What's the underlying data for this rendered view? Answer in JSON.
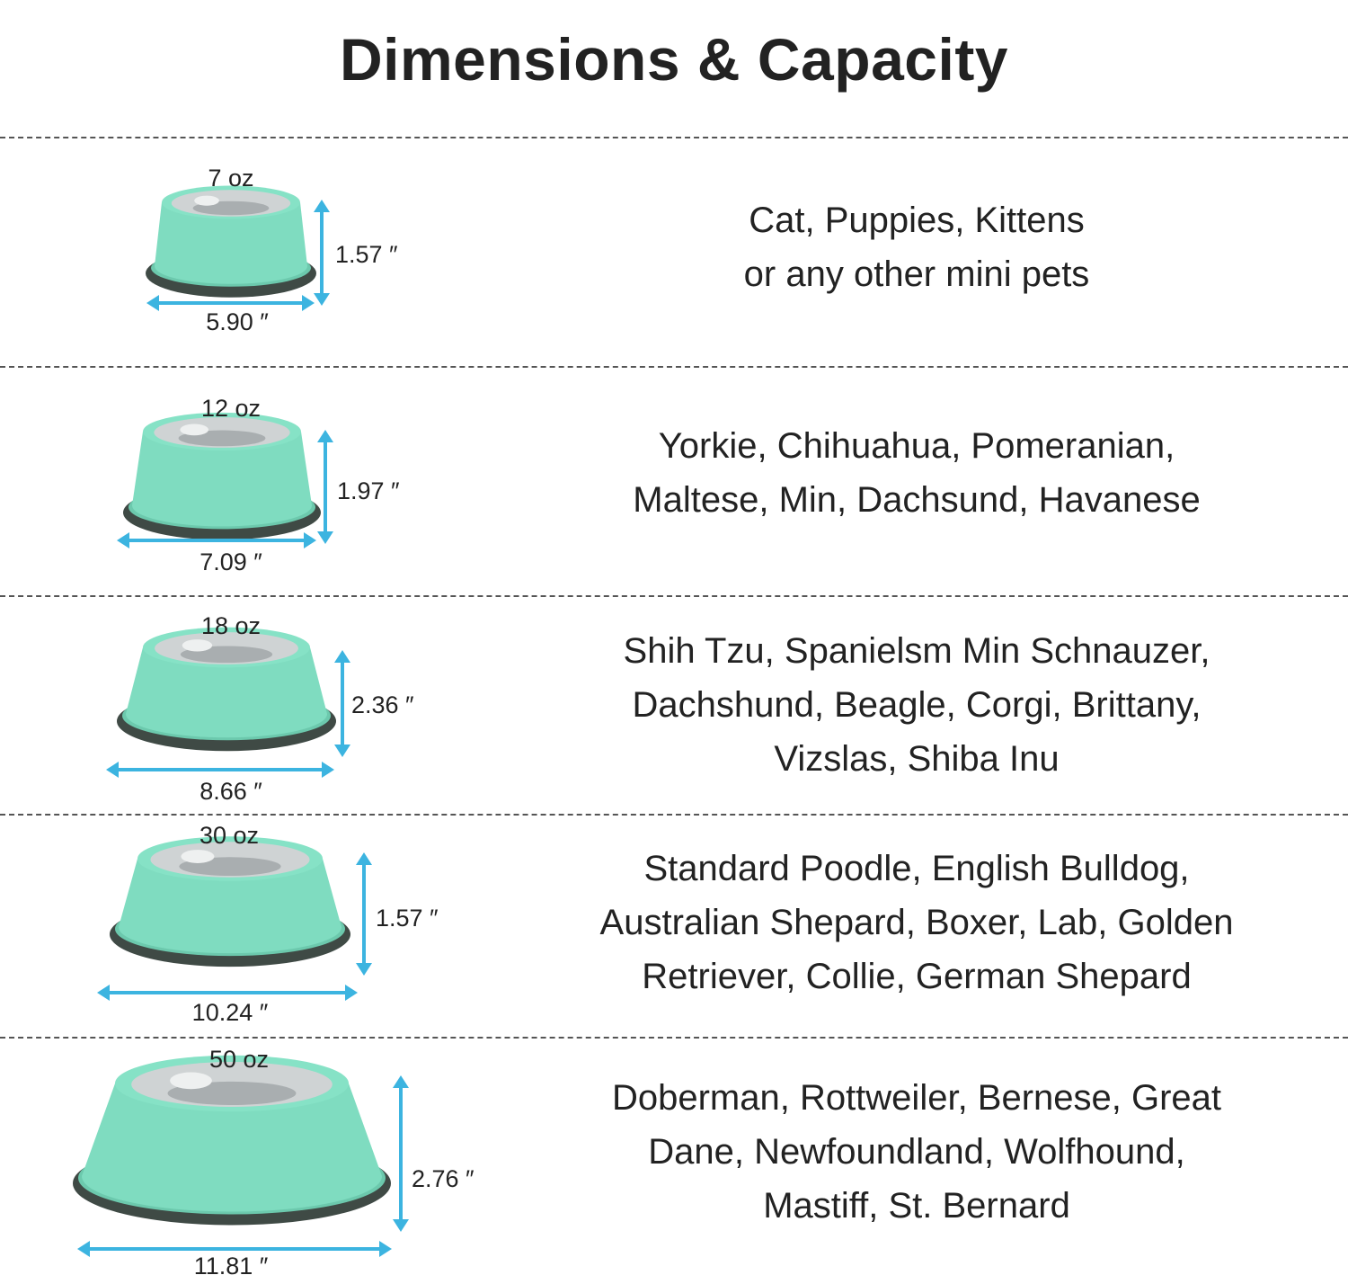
{
  "title": "Dimensions & Capacity",
  "colors": {
    "bowl_body": "#7fdcc0",
    "bowl_rim": "#3f4a45",
    "bowl_steel": "#cfd3d4",
    "arrow": "#3cb4e0"
  },
  "rows": [
    {
      "capacity": "7 oz",
      "height": "1.57 ″",
      "width": "5.90 ″",
      "breeds": [
        "Cat, Puppies, Kittens",
        "or any other mini pets"
      ]
    },
    {
      "capacity": "12 oz",
      "height": "1.97 ″",
      "width": "7.09 ″",
      "breeds": [
        "Yorkie, Chihuahua, Pomeranian,",
        "Maltese, Min, Dachsund, Havanese"
      ]
    },
    {
      "capacity": "18 oz",
      "height": "2.36 ″",
      "width": "8.66 ″",
      "breeds": [
        "Shih Tzu, Spanielsm Min Schnauzer,",
        "Dachshund, Beagle, Corgi, Brittany,",
        "Vizslas, Shiba Inu"
      ]
    },
    {
      "capacity": "30 oz",
      "height": "1.57 ″",
      "width": "10.24 ″",
      "breeds": [
        "Standard Poodle, English Bulldog,",
        "Australian Shepard, Boxer, Lab, Golden",
        "Retriever, Collie, German Shepard"
      ]
    },
    {
      "capacity": "50 oz",
      "height": "2.76 ″",
      "width": "11.81 ″",
      "breeds": [
        "Doberman, Rottweiler, Bernese, Great",
        "Dane, Newfoundland, Wolfhound,",
        "Mastiff, St. Bernard"
      ]
    }
  ]
}
